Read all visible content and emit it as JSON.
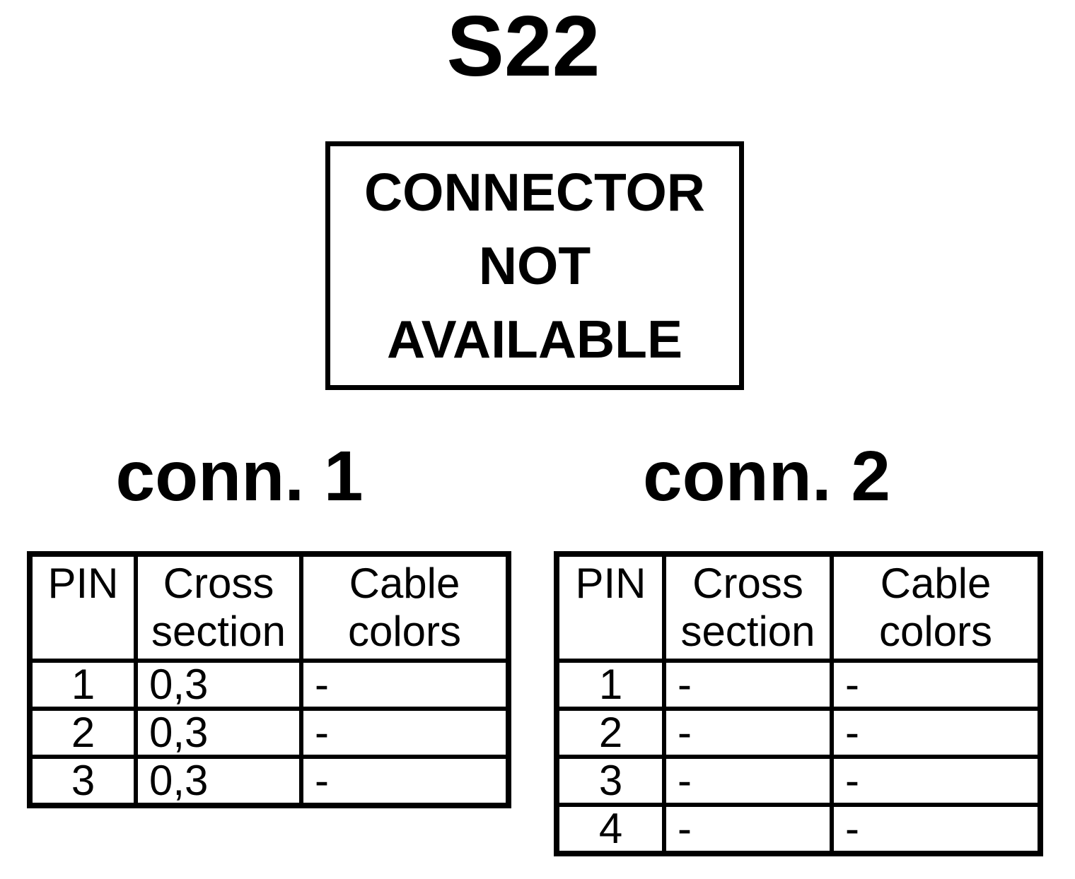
{
  "page": {
    "title": "S22"
  },
  "notice_box": {
    "lines": [
      "CONNECTOR",
      "NOT",
      "AVAILABLE"
    ]
  },
  "tables": [
    {
      "heading": "conn. 1",
      "columns": [
        "PIN",
        "Cross section",
        "Cable colors"
      ],
      "rows": [
        [
          "1",
          "0,3",
          "-"
        ],
        [
          "2",
          "0,3",
          "-"
        ],
        [
          "3",
          "0,3",
          "-"
        ]
      ]
    },
    {
      "heading": "conn. 2",
      "columns": [
        "PIN",
        "Cross section",
        "Cable colors"
      ],
      "rows": [
        [
          "1",
          "-",
          "-"
        ],
        [
          "2",
          "-",
          "-"
        ],
        [
          "3",
          "-",
          "-"
        ],
        [
          "4",
          "-",
          "-"
        ]
      ]
    }
  ],
  "colors": {
    "foreground": "#000000",
    "background": "#ffffff"
  }
}
